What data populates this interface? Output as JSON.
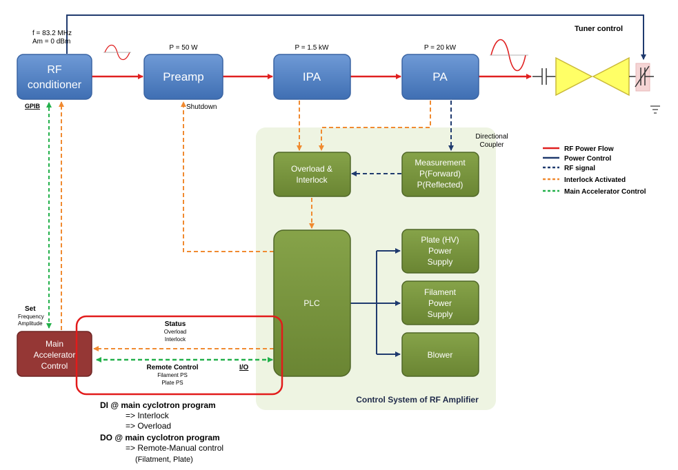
{
  "source": {
    "freq_label": "f = 83.2 MHz",
    "amp_label": "Am = 0 dBm"
  },
  "tuner_label": "Tuner control",
  "stages": {
    "rf_conditioner": {
      "line1": "RF",
      "line2": "conditioner"
    },
    "preamp": {
      "label": "Preamp",
      "power": "P = 50 W",
      "note": "Shutdown"
    },
    "ipa": {
      "label": "IPA",
      "power": "P = 1.5 kW"
    },
    "pa": {
      "label": "PA",
      "power": "P = 20 kW"
    }
  },
  "gpib_label": "GPIB",
  "directional_coupler": {
    "line1": "Directional",
    "line2": "Coupler"
  },
  "control_system": {
    "title": "Control System of RF Amplifier",
    "overload": {
      "line1": "Overload &",
      "line2": "Interlock"
    },
    "measurement": {
      "line1": "Measurement",
      "line2": "P(Forward)",
      "line3": "P(Reflected)"
    },
    "plc": "PLC",
    "plate_ps": {
      "line1": "Plate (HV)",
      "line2": "Power",
      "line3": "Supply"
    },
    "filament_ps": {
      "line1": "Filament",
      "line2": "Power",
      "line3": "Supply"
    },
    "blower": "Blower"
  },
  "main_control": {
    "line1": "Main",
    "line2": "Accelerator",
    "line3": "Control",
    "set_title": "Set",
    "set_line1": "Frequency",
    "set_line2": "Amplitude"
  },
  "status": {
    "title": "Status",
    "line1": "Overload",
    "line2": "Interlock"
  },
  "remote": {
    "title": "Remote Control",
    "line1": "Filament PS",
    "line2": "Plate PS"
  },
  "io_label": "I/O",
  "legend": [
    {
      "label": "RF Power Flow",
      "color": "#e02020",
      "style": "solid"
    },
    {
      "label": "Power Control",
      "color": "#1f3a6e",
      "style": "solid"
    },
    {
      "label": "RF signal",
      "color": "#1f3a6e",
      "style": "dashed"
    },
    {
      "label": "Interlock Activated",
      "color": "#f08a30",
      "style": "dashed"
    },
    {
      "label": "Main Accelerator Control",
      "color": "#22b04a",
      "style": "dashed"
    }
  ],
  "notes": {
    "di_title": "DI @ main cyclotron program",
    "di_item1": "=> Interlock",
    "di_item2": "=> Overload",
    "do_title": "DO @ main cyclotron program",
    "do_item1": "=> Remote-Manual control",
    "do_item2": "(Filatment, Plate)"
  },
  "colors": {
    "blue_box": "#4a7fc4",
    "green_box": "#76923c",
    "red_box": "#953735",
    "panel_bg": "#eef4e2",
    "rf_red": "#e02020",
    "navy": "#1f3a6e",
    "orange": "#f08a30",
    "green": "#22b04a",
    "load_yellow": "#ffff66"
  }
}
